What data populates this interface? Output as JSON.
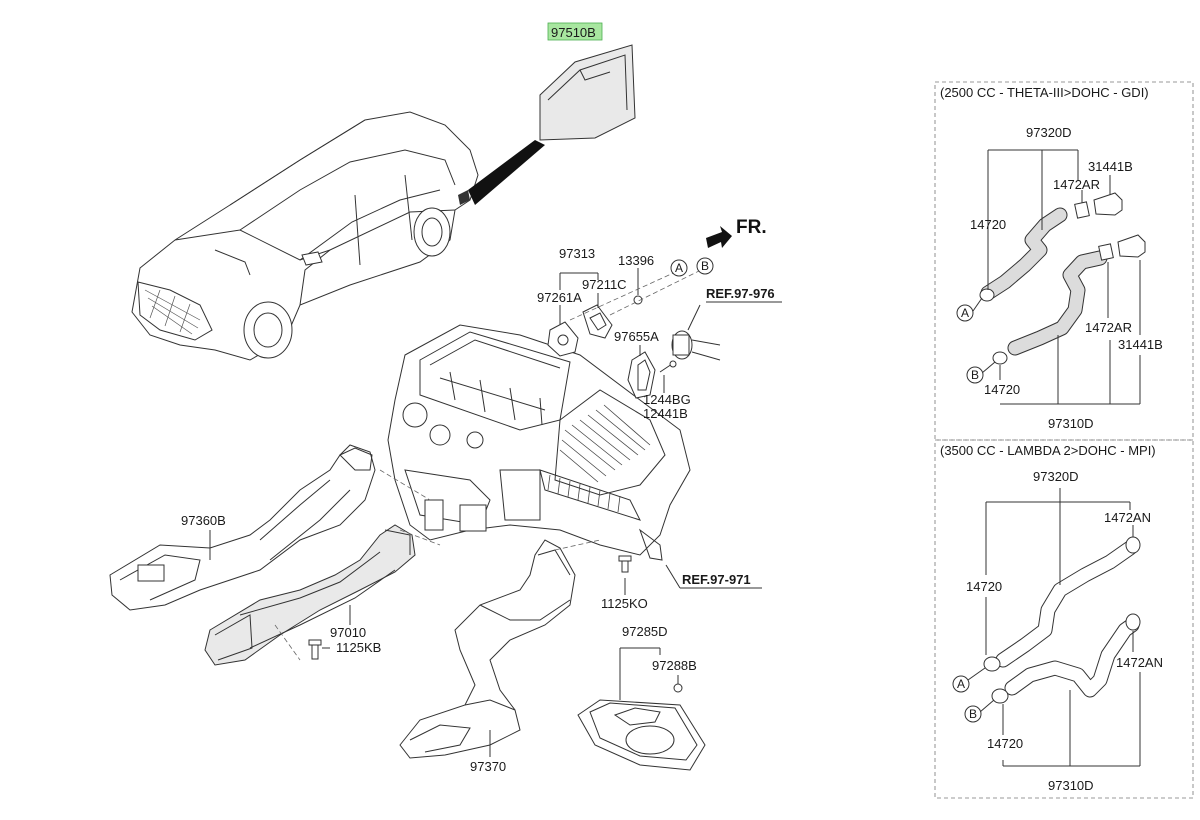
{
  "diagram": {
    "highlight_color": "#a8e6a0",
    "fr_label": "FR.",
    "refs": {
      "ref_976": "REF.97-976",
      "ref_971": "REF.97-971"
    },
    "parts": {
      "p97510B": "97510B",
      "p97313": "97313",
      "p13396": "13396",
      "p97211C": "97211C",
      "p97261A": "97261A",
      "p97655A": "97655A",
      "p1244BG": "1244BG",
      "p12441B": "12441B",
      "p97360B": "97360B",
      "p97010": "97010",
      "p1125KB": "1125KB",
      "p1125KO": "1125KO",
      "p97285D": "97285D",
      "p97288B": "97288B",
      "p97370": "97370"
    },
    "markers": {
      "a": "A",
      "b": "B"
    },
    "box1": {
      "title": "(2500 CC - THETA-III>DOHC - GDI)",
      "p97320D": "97320D",
      "p31441B_top": "31441B",
      "p1472AR_top": "1472AR",
      "p14720_top": "14720",
      "p1472AR_bot": "1472AR",
      "p31441B_bot": "31441B",
      "p14720_bot": "14720",
      "p97310D": "97310D"
    },
    "box2": {
      "title": "(3500 CC - LAMBDA 2>DOHC - MPI)",
      "p97320D": "97320D",
      "p1472AN_top": "1472AN",
      "p14720_top": "14720",
      "p1472AN_bot": "1472AN",
      "p14720_bot": "14720",
      "p97310D": "97310D"
    }
  }
}
